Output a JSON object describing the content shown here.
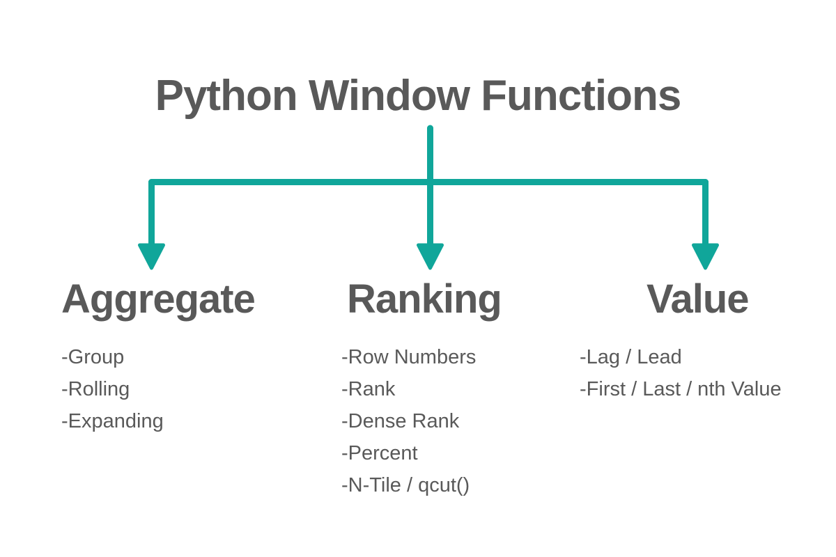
{
  "title": "Python Window Functions",
  "colors": {
    "accent": "#10A69A",
    "text": "#595959"
  },
  "connector": {
    "description": "tree branching from title to three columns with down arrows"
  },
  "columns": [
    {
      "heading": "Aggregate",
      "items": [
        "-Group",
        "-Rolling",
        "-Expanding"
      ]
    },
    {
      "heading": "Ranking",
      "items": [
        "-Row Numbers",
        "-Rank",
        "-Dense Rank",
        "-Percent",
        "-N-Tile / qcut()"
      ]
    },
    {
      "heading": "Value",
      "items": [
        "-Lag / Lead",
        "-First / Last / nth Value"
      ]
    }
  ]
}
